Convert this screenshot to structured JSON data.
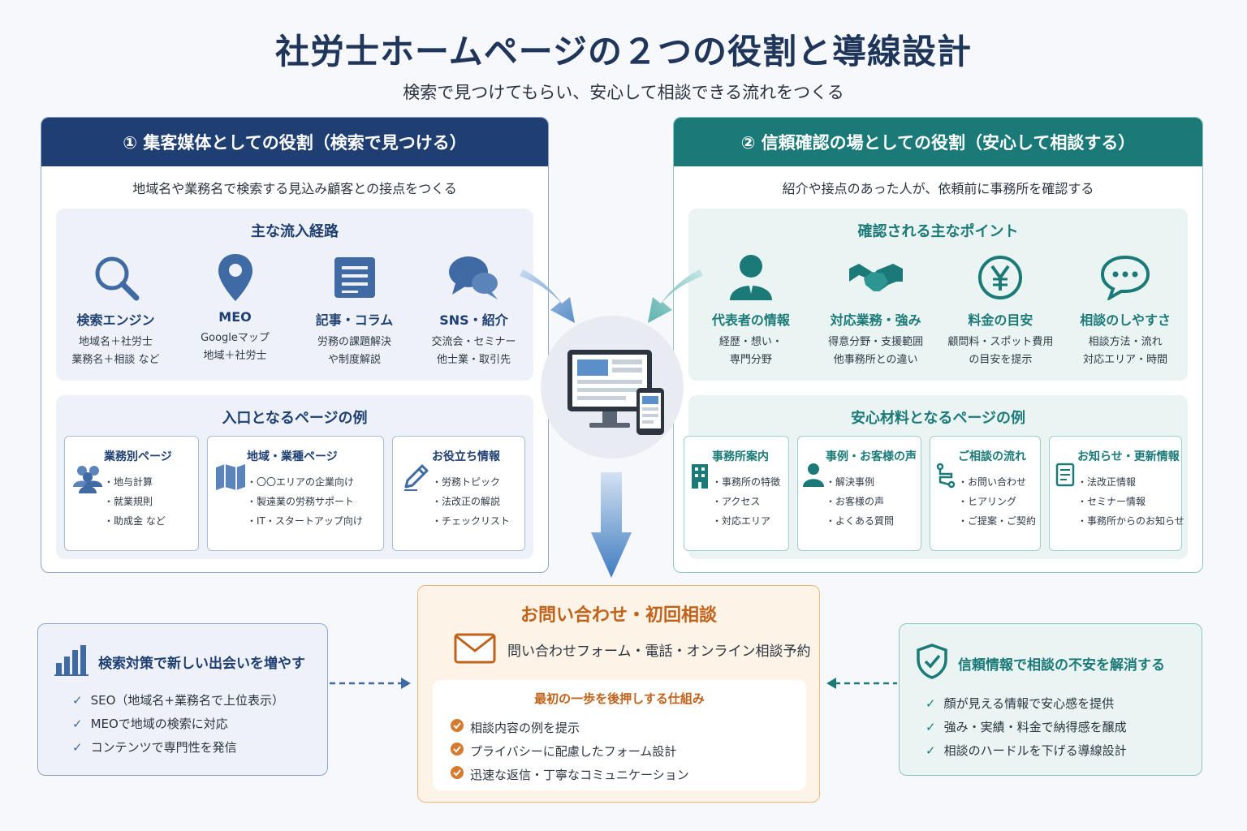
{
  "header": {
    "title": "社労士ホームページの２つの役割と導線設計",
    "subtitle": "検索で見つけてもらい、安心して相談できる流れをつくる"
  },
  "role1": {
    "heading": "① 集客媒体としての役割（検索で見つける）",
    "description": "地域名や業務名で検索する見込み顧客との接点をつくる",
    "routes_title": "主な流入経路",
    "routes": [
      {
        "icon": "search-icon",
        "label": "検索エンジン",
        "line1": "地域名＋社労士",
        "line2": "業務名＋相談 など"
      },
      {
        "icon": "map-pin-icon",
        "label": "MEO",
        "line1": "Googleマップ",
        "line2": "地域＋社労士"
      },
      {
        "icon": "document-icon",
        "label": "記事・コラム",
        "line1": "労務の課題解決",
        "line2": "や制度解説"
      },
      {
        "icon": "chat-bubbles-icon",
        "label": "SNS・紹介",
        "line1": "交流会・セミナー",
        "line2": "他士業・取引先"
      }
    ],
    "pages_title": "入口となるページの例",
    "pages": [
      {
        "icon": "people-icon",
        "title": "業務別ページ",
        "items": [
          "地与計算",
          "就業規則",
          "助成金 など"
        ]
      },
      {
        "icon": "map-icon",
        "title": "地域・業種ページ",
        "items": [
          "〇〇エリアの企業向け",
          "製遠業の労務サポート",
          "IT・スタートアップ向け"
        ]
      },
      {
        "icon": "pencil-icon",
        "title": "お役立ち情報",
        "items": [
          "労務トピック",
          "法改正の解説",
          "チェックリスト"
        ]
      }
    ]
  },
  "role2": {
    "heading": "② 信頼確認の場としての役割（安心して相談する）",
    "description": "紹介や接点のあった人が、依頼前に事務所を確認する",
    "points_title": "確認される主なポイント",
    "points": [
      {
        "icon": "person-icon",
        "label": "代表者の情報",
        "line1": "経歴・想い・",
        "line2": "専門分野"
      },
      {
        "icon": "handshake-icon",
        "label": "対応業務・強み",
        "line1": "得意分野・支援範囲",
        "line2": "他事務所との違い"
      },
      {
        "icon": "yen-icon",
        "label": "料金の目安",
        "line1": "顧問料・スポット費用",
        "line2": "の目安を提示"
      },
      {
        "icon": "speech-bubble-icon",
        "label": "相談のしやすさ",
        "line1": "相談方法・流れ",
        "line2": "対応エリア・時間"
      }
    ],
    "pages_title": "安心材料となるページの例",
    "pages": [
      {
        "icon": "building-icon",
        "title": "事務所案内",
        "items": [
          "事務所の特徴",
          "アクセス",
          "対応エリア"
        ]
      },
      {
        "icon": "user-icon",
        "title": "事例・お客様の声",
        "items": [
          "解決事例",
          "お客様の声",
          "よくある質問"
        ]
      },
      {
        "icon": "flow-icon",
        "title": "ご相談の流れ",
        "items": [
          "お問い合わせ",
          "ヒアリング",
          "ご提案・ご契約"
        ]
      },
      {
        "icon": "news-icon",
        "title": "お知らせ・更新情報",
        "items": [
          "法改正情報",
          "セミナー情報",
          "事務所からのお知らせ"
        ]
      }
    ]
  },
  "inquiry": {
    "title": "お問い合わせ・初回相談",
    "channels": "問い合わせフォーム・電話・オンライン相談予約",
    "inner_title": "最初の一歩を後押しする仕組み",
    "items": [
      "相談内容の例を提示",
      "プライバシーに配慮したフォーム設計",
      "迅速な返信・丁寧なコミュニケーション"
    ]
  },
  "note_left": {
    "title": "検索対策で新しい出会いを増やす",
    "items": [
      "SEO（地域名+業務名で上位表示）",
      "MEOで地域の検索に対応",
      "コンテンツで専門性を発信"
    ]
  },
  "note_right": {
    "title": "信頼情報で相談の不安を解消する",
    "items": [
      "顔が見える情報で安心感を提供",
      "強み・実績・料金で納得感を醸成",
      "相談のハードルを下げる導線設計"
    ]
  },
  "colors": {
    "navy": "#1f3f72",
    "teal": "#1b7a78",
    "orange": "#c0621a",
    "title": "#1f3559"
  }
}
